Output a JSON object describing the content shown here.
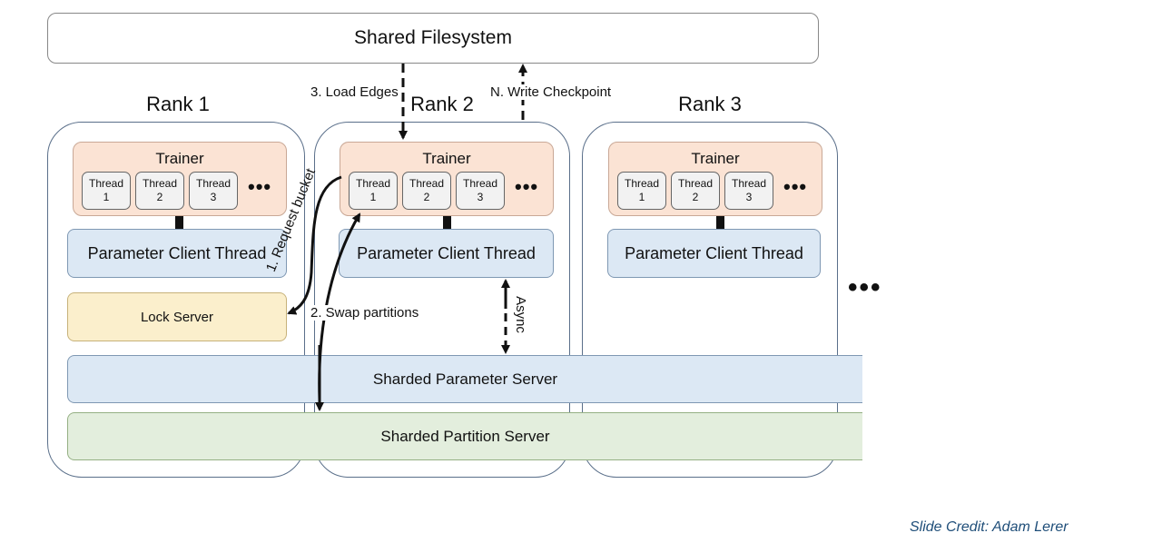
{
  "filesystem": {
    "label": "Shared Filesystem"
  },
  "ranks": [
    {
      "title": "Rank 1",
      "trainer": "Trainer",
      "threads": [
        [
          "Thread",
          "1"
        ],
        [
          "Thread",
          "2"
        ],
        [
          "Thread",
          "3"
        ]
      ],
      "ellipsis": "•••",
      "client": "Parameter Client Thread"
    },
    {
      "title": "Rank 2",
      "trainer": "Trainer",
      "threads": [
        [
          "Thread",
          "1"
        ],
        [
          "Thread",
          "2"
        ],
        [
          "Thread",
          "3"
        ]
      ],
      "ellipsis": "•••",
      "client": "Parameter Client Thread"
    },
    {
      "title": "Rank 3",
      "trainer": "Trainer",
      "threads": [
        [
          "Thread",
          "1"
        ],
        [
          "Thread",
          "2"
        ],
        [
          "Thread",
          "3"
        ]
      ],
      "ellipsis": "•••",
      "client": "Parameter Client Thread"
    }
  ],
  "lock_server": "Lock Server",
  "sharded_parameter_server": "Sharded Parameter Server",
  "sharded_partition_server": "Sharded Partition Server",
  "arrows": {
    "request_bucket": "1. Request bucket",
    "swap_partitions": "2. Swap partitions",
    "load_edges": "3. Load Edges",
    "write_checkpoint": "N. Write Checkpoint",
    "async": "Async"
  },
  "more_ranks": "•••",
  "credit": "Slide Credit: Adam Lerer"
}
